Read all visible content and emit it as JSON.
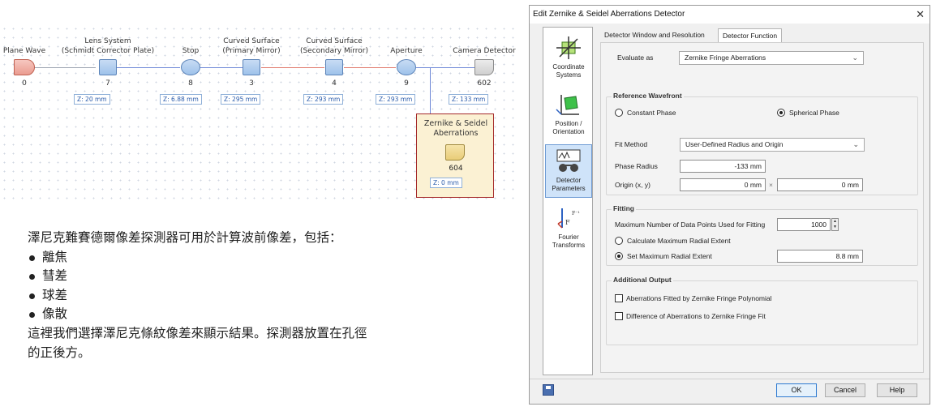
{
  "diagram": {
    "nodes": [
      {
        "label": "Plane Wave",
        "label2": "",
        "index": "0",
        "z": ""
      },
      {
        "label": "Lens System",
        "label2": "(Schmidt Corrector Plate)",
        "index": "7",
        "z": "Z: 20 mm"
      },
      {
        "label": "Stop",
        "label2": "",
        "index": "8",
        "z": "Z: 6.88 mm"
      },
      {
        "label": "Curved Surface",
        "label2": "(Primary Mirror)",
        "index": "3",
        "z": "Z: 295 mm"
      },
      {
        "label": "Curved Surface",
        "label2": "(Secondary Mirror)",
        "index": "4",
        "z": "Z: 293 mm"
      },
      {
        "label": "Aperture",
        "label2": "",
        "index": "9",
        "z": "Z: 293 mm"
      },
      {
        "label": "Camera Detector",
        "label2": "",
        "index": "602",
        "z": "Z: 133 mm"
      }
    ],
    "zernike": {
      "label": "Zernike & Seidel",
      "label2": "Aberrations",
      "index": "604",
      "z": "Z: 0 mm"
    }
  },
  "description": {
    "intro": "澤尼克難賽德爾像差探測器可用於計算波前像差，包括：",
    "bullets": [
      "離焦",
      "彗差",
      "球差",
      "像散"
    ],
    "outro_line1": "這裡我們選擇澤尼克條紋像差來顯示結果。探測器放置在孔徑",
    "outro_line2": "的正後方。"
  },
  "dialog": {
    "title": "Edit Zernike & Seidel Aberrations Detector",
    "close_glyph": "✕",
    "sidebar": [
      {
        "label1": "Coordinate",
        "label2": "Systems",
        "icon": "coordinate-axes-icon"
      },
      {
        "label1": "Position /",
        "label2": "Orientation",
        "icon": "position-cube-icon"
      },
      {
        "label1": "Detector",
        "label2": "Parameters",
        "icon": "detector-parameters-icon"
      },
      {
        "label1": "Fourier",
        "label2": "Transforms",
        "icon": "fourier-transform-icon"
      }
    ],
    "tabs": [
      "Detector Window and Resolution",
      "Detector Function"
    ],
    "evaluate_label": "Evaluate as",
    "evaluate_value": "Zernike Fringe Aberrations",
    "ref_group": "Reference Wavefront",
    "constant_phase": "Constant Phase",
    "spherical_phase": "Spherical Phase",
    "fit_method_label": "Fit Method",
    "fit_method_value": "User-Defined Radius and Origin",
    "phase_radius_label": "Phase Radius",
    "phase_radius_value": "-133 mm",
    "origin_label": "Origin (x, y)",
    "origin_x": "0 mm",
    "origin_sep": "×",
    "origin_y": "0 mm",
    "fitting_group": "Fitting",
    "max_points_label": "Maximum Number of Data Points Used for Fitting",
    "max_points_value": "1000",
    "calc_radial": "Calculate Maximum Radial Extent",
    "set_radial": "Set Maximum Radial Extent",
    "set_radial_value": "8.8 mm",
    "output_group": "Additional Output",
    "out1": "Aberrations Fitted by Zernike Fringe Polynomial",
    "out2": "Difference of Aberrations to Zernike Fringe Fit",
    "ok": "OK",
    "cancel": "Cancel",
    "help": "Help"
  }
}
